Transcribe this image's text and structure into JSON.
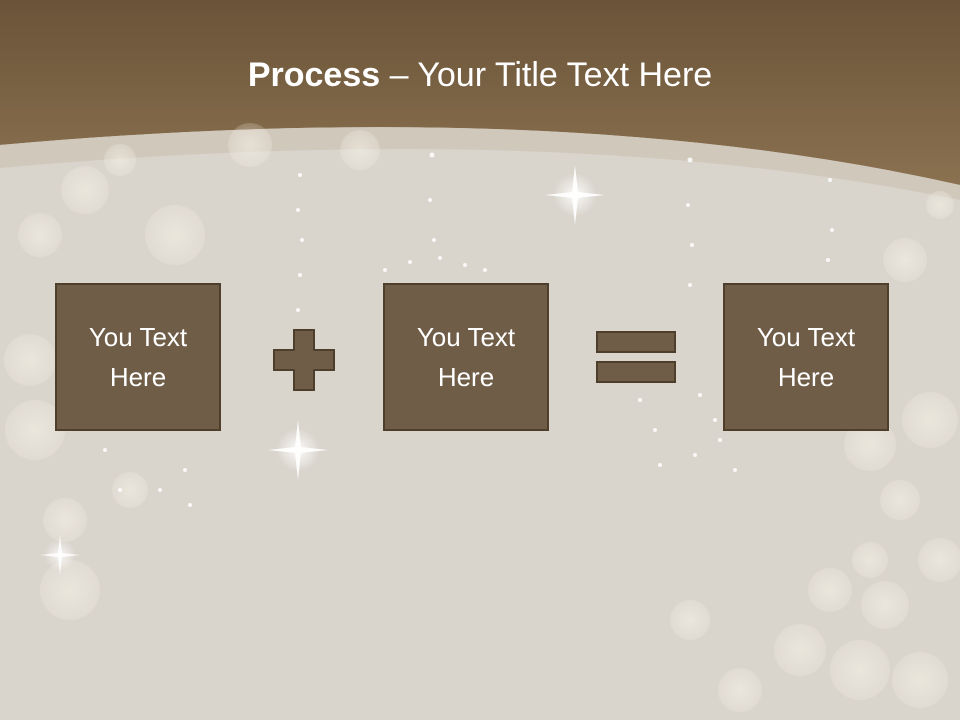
{
  "slide": {
    "title_bold": "Process",
    "title_rest": " – Your Title Text Here"
  },
  "process": {
    "boxes": [
      {
        "label": "You Text Here"
      },
      {
        "label": "You Text Here"
      },
      {
        "label": "You Text Here"
      }
    ],
    "operators": [
      "plus-icon",
      "equals-icon"
    ]
  },
  "colors": {
    "header_brown": "#7a6246",
    "box_fill": "#6f5d47",
    "box_border": "#4e3f2d",
    "background": "#d8d3cb"
  }
}
